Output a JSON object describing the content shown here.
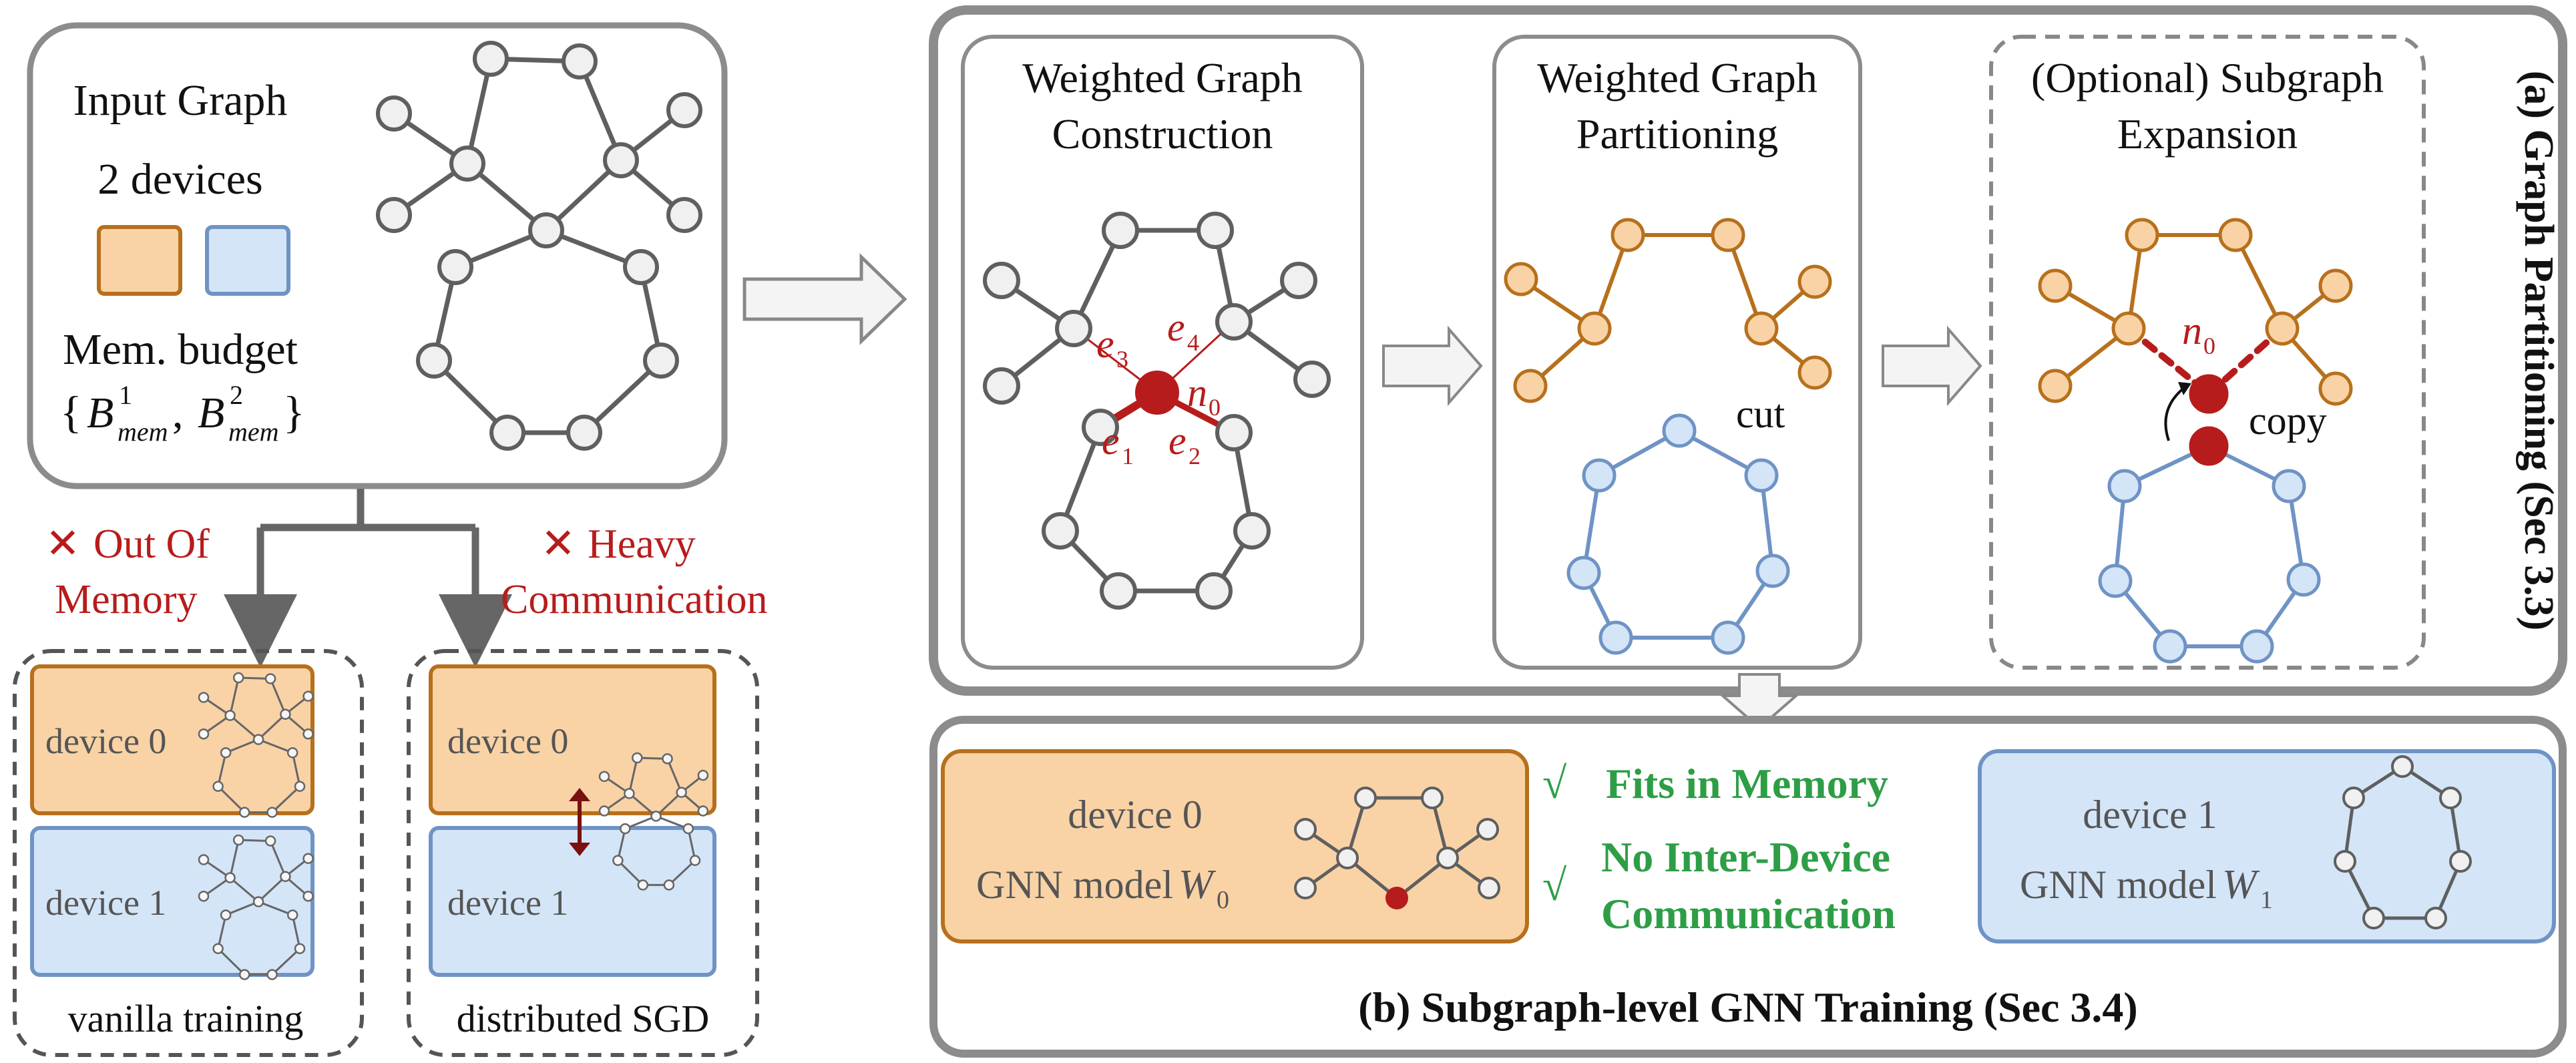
{
  "input_panel": {
    "title": "Input Graph",
    "devices_line": "2 devices",
    "mem_label": "Mem. budget",
    "mem_budget_1": "B",
    "mem_budget_1_sup": "1",
    "mem_budget_1_sub": "mem",
    "mem_budget_2": "B",
    "mem_budget_2_sup": "2",
    "mem_budget_2_sub": "mem"
  },
  "failures": {
    "left_mark": "✕",
    "left_line1": "Out Of",
    "left_line2": "Memory",
    "right_mark": "✕",
    "right_line1": "Heavy",
    "right_line2": "Communication"
  },
  "baselines": {
    "vanilla": {
      "device0": "device 0",
      "device1": "device 1",
      "caption": "vanilla training"
    },
    "distributed": {
      "device0": "device 0",
      "device1": "device 1",
      "caption": "distributed SGD"
    }
  },
  "partitioning": {
    "side_label": "(a) Graph  Partitioning (Sec 3.3)",
    "step1_line1": "Weighted Graph",
    "step1_line2": "Construction",
    "step2_line1": "Weighted Graph",
    "step2_line2": "Partitioning",
    "step3_line1": "(Optional) Subgraph",
    "step3_line2": "Expansion",
    "edge_e1": "e",
    "edge_e1_sub": "1",
    "edge_e2": "e",
    "edge_e2_sub": "2",
    "edge_e3": "e",
    "edge_e3_sub": "3",
    "edge_e4": "e",
    "edge_e4_sub": "4",
    "node_n0": "n",
    "node_n0_sub": "0",
    "cut_label": "cut",
    "copy_label": "copy",
    "expansion_node": "n",
    "expansion_node_sub": "0"
  },
  "training": {
    "title": "(b) Subgraph-level GNN Training (Sec 3.4)",
    "device0": "device 0",
    "model0": "GNN model ",
    "model0_var": "W",
    "model0_sub": "0",
    "device1": "device 1",
    "model1": "GNN model ",
    "model1_var": "W",
    "model1_sub": "1",
    "check_mark": "√",
    "benefit1": "Fits in Memory",
    "benefit2_line1": "No Inter-Device",
    "benefit2_line2": "Communication"
  },
  "colors": {
    "orange_fill": "#f9d3a6",
    "orange_stroke": "#b7701c",
    "blue_fill": "#d4e5f8",
    "blue_stroke": "#6f93c4",
    "gray": "#5f5f5f",
    "red": "#b71c1c",
    "green": "#2e9e46"
  }
}
